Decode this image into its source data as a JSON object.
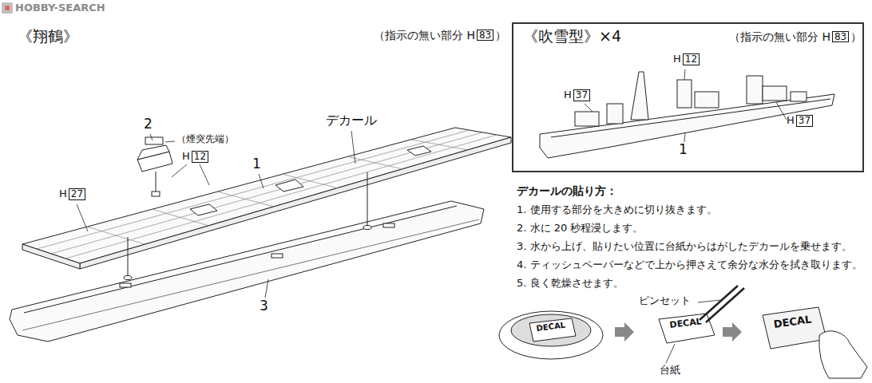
{
  "diagram": {
    "nodes": [
      {
        "text": [
          "《吹雪型》×4",
          "（指示の無い部分 H",
          "83",
          "）"
        ]
      }
    ],
    "labels": [
      "HOBBY-SEARCH",
      "《翔鶴》",
      "（指示の無い部分 H",
      "83",
      "）",
      "2",
      "（煙突先端）",
      "H",
      "12",
      "デカール",
      "1",
      "H",
      "27",
      "3",
      "H",
      "12",
      "H",
      "37",
      "H",
      "37",
      "1",
      "デカールの貼り方：",
      "1. 使用する部分を大きめに切り抜きます。",
      "2. 水に 20 秒程浸します。",
      "3. 水から上げ、貼りたい位置に台紙からはがしたデカールを乗せます。",
      "4. ティッシュペーパーなどで上から押さえて余分な水分を拭き取ります。",
      "5. 良く乾燥させます。",
      "ピンセット",
      "台紙",
      "DECAL",
      "DECAL",
      "DECAL"
    ]
  }
}
